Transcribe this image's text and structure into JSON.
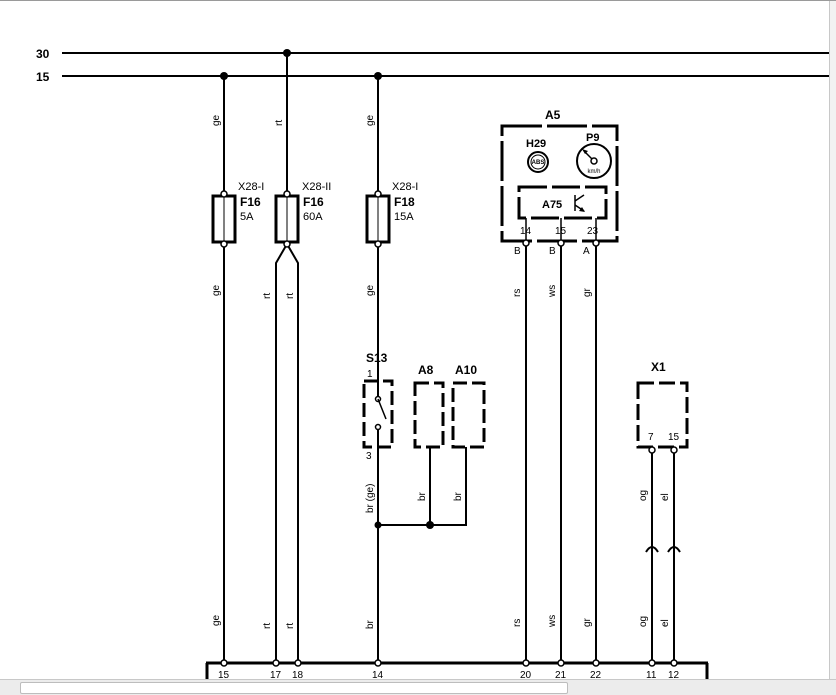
{
  "diagram": {
    "buses": [
      {
        "label": "30"
      },
      {
        "label": "15"
      }
    ],
    "fuses": [
      {
        "connector": "X28-I",
        "name": "F16",
        "rating": "5A"
      },
      {
        "connector": "X28-II",
        "name": "F16",
        "rating": "60A"
      },
      {
        "connector": "X28-I",
        "name": "F18",
        "rating": "15A"
      }
    ],
    "wire_colors": {
      "ge": "ge",
      "rt": "rt",
      "rs": "rs",
      "ws": "ws",
      "gr": "gr",
      "br": "br",
      "br_ge": "br (ge)",
      "og": "og",
      "el": "el"
    },
    "components": {
      "a5": {
        "name": "A5",
        "h29": {
          "name": "H29",
          "badge": "ABS"
        },
        "p9": {
          "name": "P9",
          "unit": "km/h"
        },
        "a75": {
          "name": "A75"
        },
        "pins": [
          "14",
          "15",
          "23"
        ],
        "pin_letters": [
          "B",
          "B",
          "A"
        ]
      },
      "s13": {
        "name": "S13",
        "pin_top": "1",
        "pin_bottom": "3"
      },
      "a8": {
        "name": "A8"
      },
      "a10": {
        "name": "A10"
      },
      "x1": {
        "name": "X1",
        "pins": [
          "7",
          "15"
        ]
      }
    },
    "connector_pins": [
      "15",
      "17",
      "18",
      "14",
      "20",
      "21",
      "22",
      "11",
      "12"
    ]
  }
}
